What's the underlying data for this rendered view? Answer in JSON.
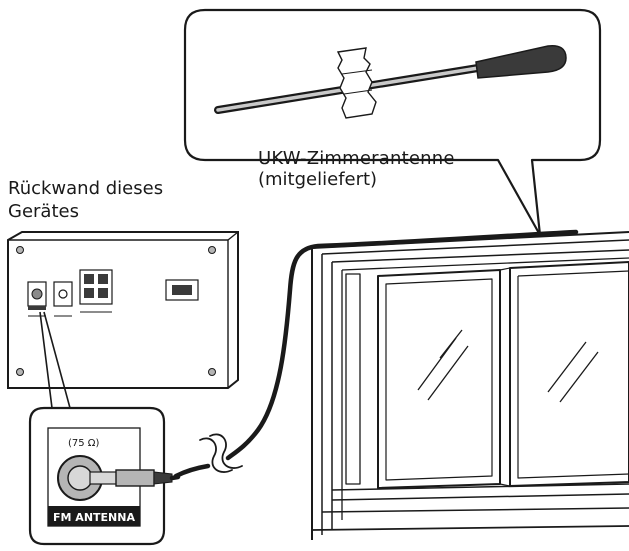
{
  "labels": {
    "antenna_title": "UKW-Zimmerantenne",
    "antenna_subtitle": "(mitgeliefert)",
    "rear_title": "Rückwand dieses",
    "rear_subtitle": "Gerätes",
    "impedance": "(75 Ω)",
    "terminal": "FM ANTENNA"
  },
  "colors": {
    "line": "#1a1a1a",
    "gray_fill": "#b5b5b5",
    "dark_fill": "#3a3a3a",
    "background": "#ffffff"
  }
}
